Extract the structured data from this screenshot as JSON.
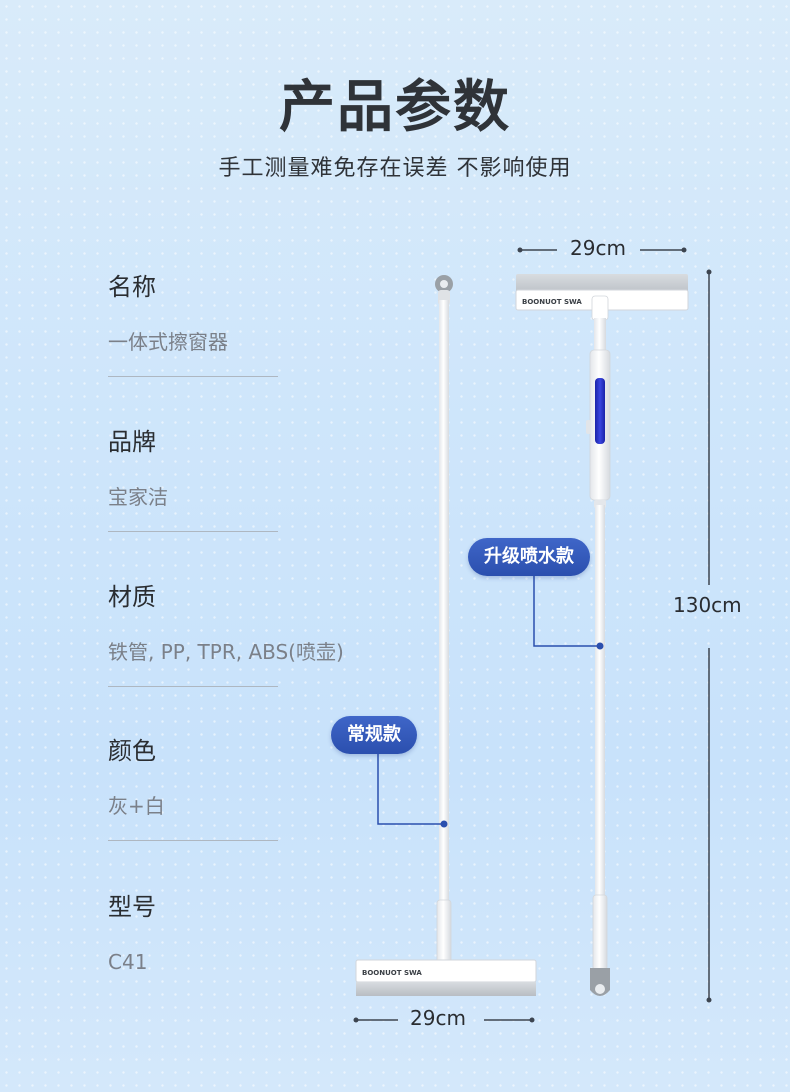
{
  "header": {
    "title": "产品参数",
    "subtitle": "手工测量难免存在误差 不影响使用"
  },
  "specs": [
    {
      "label": "名称",
      "value": "一体式擦窗器"
    },
    {
      "label": "品牌",
      "value": "宝家洁"
    },
    {
      "label": "材质",
      "value": "铁管, PP, TPR, ABS(喷壶)"
    },
    {
      "label": "颜色",
      "value": "灰+白"
    },
    {
      "label": "型号",
      "value": "C41"
    }
  ],
  "dimensions": {
    "top_width": "29cm",
    "bottom_width": "29cm",
    "height": "130cm"
  },
  "tags": {
    "spray": "升级喷水款",
    "regular": "常规款"
  },
  "colors": {
    "tag_blue": "#2b4fae",
    "dim_line": "#3d4550",
    "pole_white": "#f7f8fa",
    "squeegee_gray": "#c6cacf",
    "spray_window": "#2331c9"
  },
  "icons": {
    "squeegee_head_print": "BOONUOT SWA"
  }
}
